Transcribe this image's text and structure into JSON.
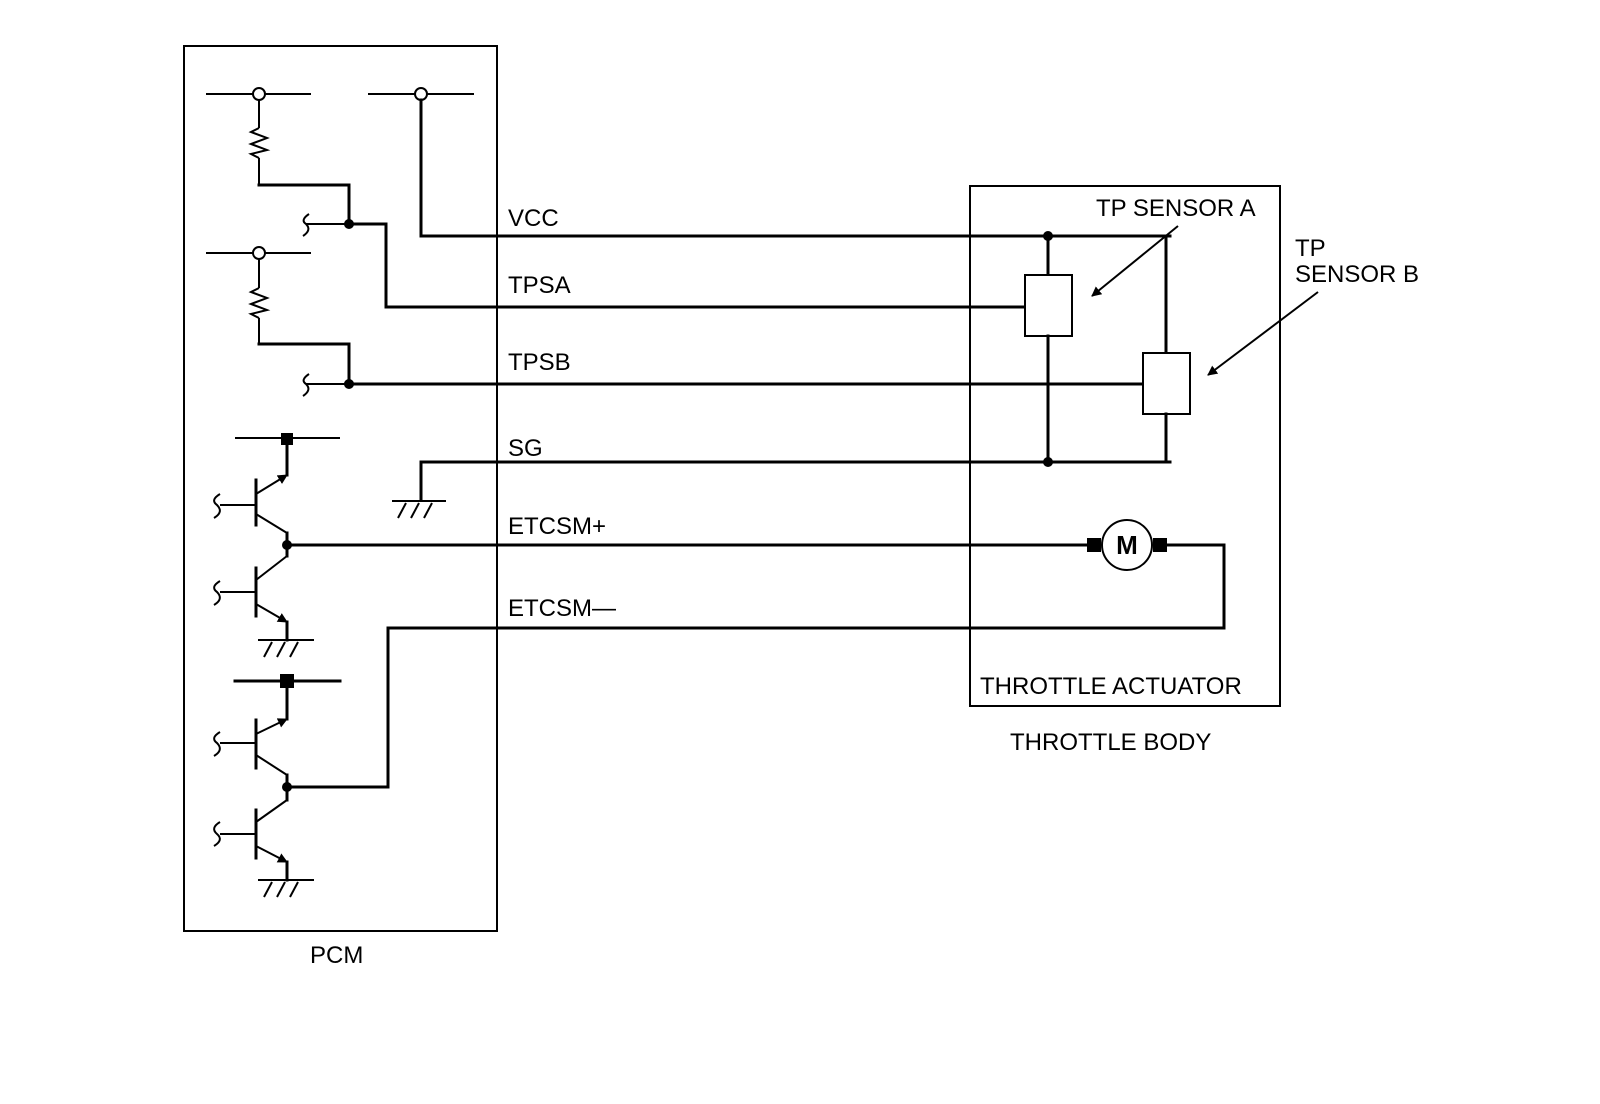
{
  "modules": {
    "pcm": "PCM",
    "throttle_actuator": "THROTTLE ACTUATOR",
    "throttle_body": "THROTTLE BODY"
  },
  "wires": {
    "vcc": "VCC",
    "tpsa": "TPSA",
    "tpsb": "TPSB",
    "sg": "SG",
    "etcsm_plus": "ETCSM+",
    "etcsm_minus": "ETCSM—"
  },
  "components": {
    "tp_sensor_a": "TP SENSOR A",
    "tp_sensor_b_line1": "TP",
    "tp_sensor_b_line2": "SENSOR B",
    "motor": "M"
  }
}
